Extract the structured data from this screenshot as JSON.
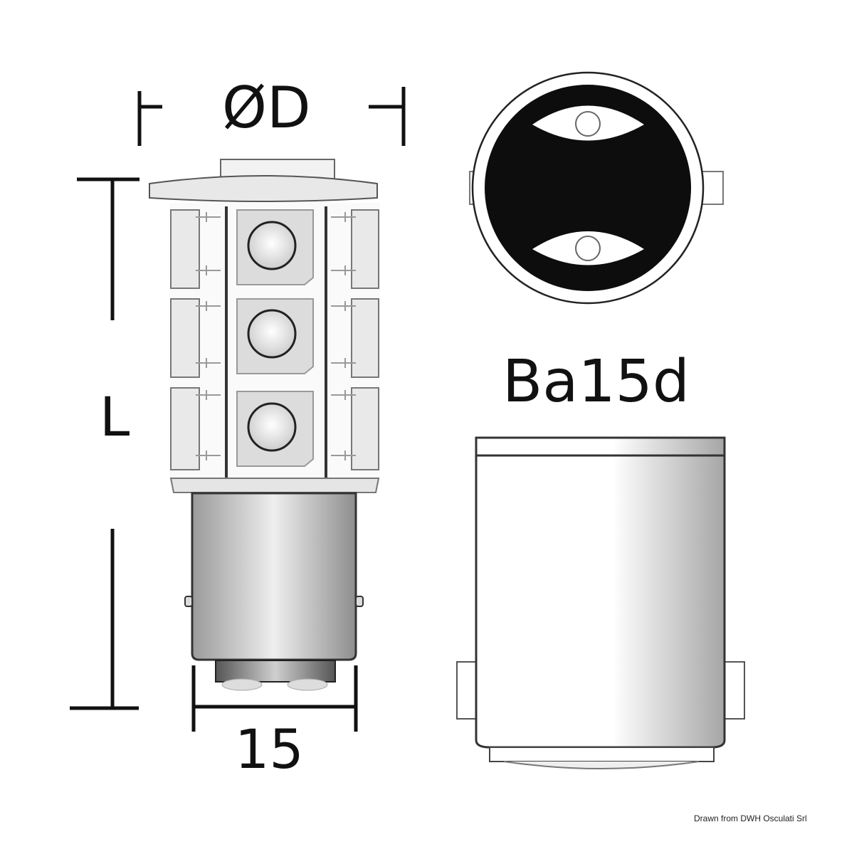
{
  "diagram": {
    "title": "LED bulb Ba15d dimensional drawing",
    "labels": {
      "diameter": "ØD",
      "length": "L",
      "base_width": "15",
      "socket_type": "Ba15d"
    },
    "credit": "Drawn from DWH Osculati Srl",
    "views": [
      {
        "name": "side-view-led-bulb",
        "leds_visible": 3
      },
      {
        "name": "top-view-base-contacts",
        "contacts": 2
      },
      {
        "name": "side-view-base"
      }
    ],
    "colors": {
      "line": "#111111",
      "fill_dark": "#0d0d0d",
      "metal_light": "#e6e6e6",
      "metal_dark": "#8a8a8a"
    }
  }
}
